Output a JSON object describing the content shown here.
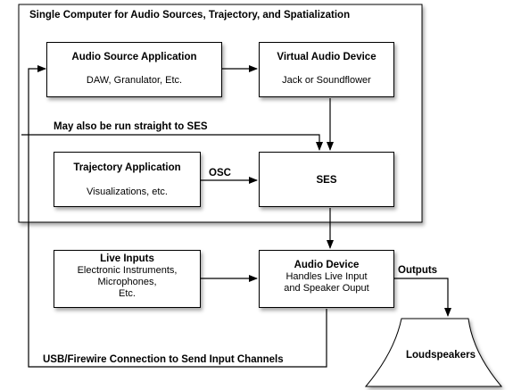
{
  "container": {
    "title": "Single Computer for Audio Sources, Trajectory, and Spatialization"
  },
  "boxes": {
    "audio_source": {
      "title": "Audio Source Application",
      "sub": "DAW, Granulator, Etc."
    },
    "virtual_audio": {
      "title": "Virtual Audio Device",
      "sub": "Jack or Soundflower"
    },
    "trajectory": {
      "title": "Trajectory Application",
      "sub": "Visualizations, etc."
    },
    "ses": {
      "title": "SES"
    },
    "live_inputs": {
      "title": "Live Inputs",
      "sub1": "Electronic Instruments,",
      "sub2": "Microphones,",
      "sub3": "Etc."
    },
    "audio_device": {
      "title": "Audio Device",
      "sub1": "Handles Live Input",
      "sub2": "and Speaker Ouput"
    },
    "loudspeakers": {
      "title": "Loudspeakers"
    }
  },
  "labels": {
    "may_also": "May also be run straight to SES",
    "osc": "OSC",
    "outputs": "Outputs",
    "usb": "USB/Firewire Connection to Send Input Channels"
  }
}
